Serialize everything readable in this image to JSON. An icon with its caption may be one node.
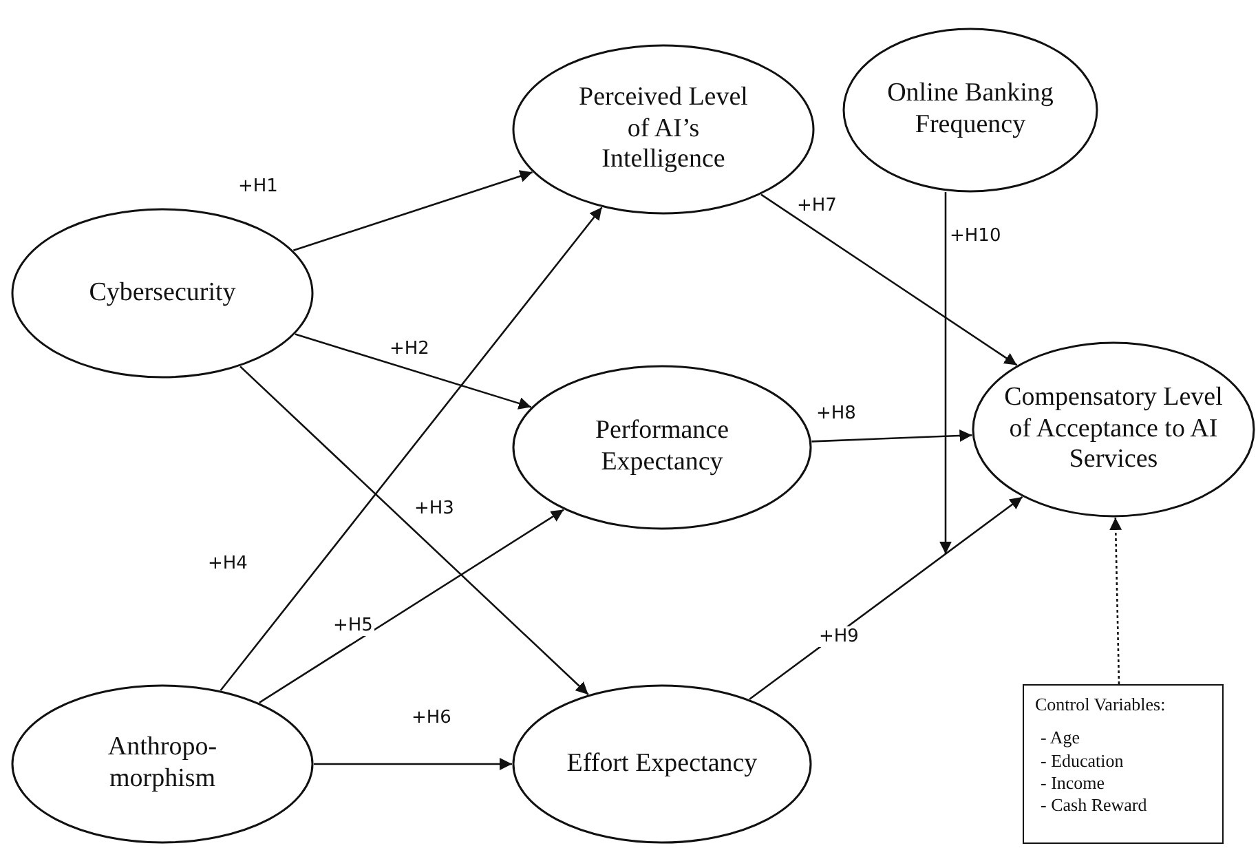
{
  "diagram": {
    "nodes": [
      {
        "text": [
          "Cybersecurity"
        ]
      },
      {
        "text": [
          "Anthropo- morphism"
        ]
      },
      {
        "text": [
          "Perceived Level of AI’s Intelligence"
        ]
      },
      {
        "text": [
          "Performance Expectancy"
        ]
      },
      {
        "text": [
          "Effort Expectancy"
        ]
      },
      {
        "text": [
          "Online Banking Frequency"
        ]
      },
      {
        "text": [
          "Compensatory Level of Acceptance to AI Services"
        ]
      },
      {
        "text": [
          "Control Variables:",
          "- Age",
          "- Education",
          "- Income",
          "- Cash Reward"
        ]
      }
    ],
    "edges": [
      {
        "from": 0,
        "to": 2,
        "arrow": "to",
        "label": "+H1"
      },
      {
        "from": 0,
        "to": 3,
        "arrow": "to",
        "label": "+H2"
      },
      {
        "from": 0,
        "to": 4,
        "arrow": "to",
        "label": "+H3"
      },
      {
        "from": 1,
        "to": 2,
        "arrow": "to",
        "label": "+H4"
      },
      {
        "from": 1,
        "to": 3,
        "arrow": "to",
        "label": "+H5"
      },
      {
        "from": 1,
        "to": 4,
        "arrow": "to",
        "label": "+H6"
      },
      {
        "from": 2,
        "to": 6,
        "arrow": "to",
        "label": "+H7"
      },
      {
        "from": 3,
        "to": 6,
        "arrow": "to",
        "label": "+H8"
      },
      {
        "from": 4,
        "to": 6,
        "arrow": "to",
        "label": "+H9"
      },
      {
        "from": 5,
        "to": null,
        "arrow": "to",
        "label": "+H10"
      },
      {
        "from": 7,
        "to": 6,
        "arrow": "to",
        "style": "dashed"
      }
    ]
  }
}
